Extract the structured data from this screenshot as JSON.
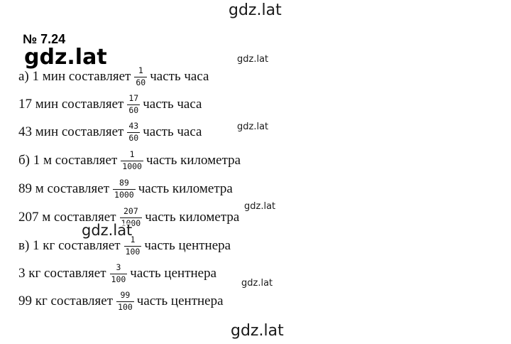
{
  "watermarks": {
    "top": "gdz.lat",
    "big": "gdz.lat",
    "small_1": "gdz.lat",
    "small_2": "gdz.lat",
    "small_3": "gdz.lat",
    "middle": "gdz.lat",
    "small_4": "gdz.lat",
    "bottom": "gdz.lat"
  },
  "problem": {
    "number": "№ 7.24"
  },
  "lines": [
    {
      "before": "а) 1 мин составляет",
      "num": "1",
      "den": "60",
      "after": "часть часа"
    },
    {
      "before": "17 мин составляет",
      "num": "17",
      "den": "60",
      "after": "часть часа"
    },
    {
      "before": "43 мин составляет",
      "num": "43",
      "den": "60",
      "after": "часть часа"
    },
    {
      "before": "б) 1 м составляет",
      "num": "1",
      "den": "1000",
      "after": "часть километра"
    },
    {
      "before": "89 м составляет",
      "num": "89",
      "den": "1000",
      "after": "часть километра"
    },
    {
      "before": "207 м составляет",
      "num": "207",
      "den": "1000",
      "after": "часть километра"
    },
    {
      "before": "в) 1 кг составляет",
      "num": "1",
      "den": "100",
      "after": "часть центнера"
    },
    {
      "before": "3 кг составляет",
      "num": "3",
      "den": "100",
      "after": "часть центнера"
    },
    {
      "before": "99 кг составляет",
      "num": "99",
      "den": "100",
      "after": "часть центнера"
    }
  ]
}
